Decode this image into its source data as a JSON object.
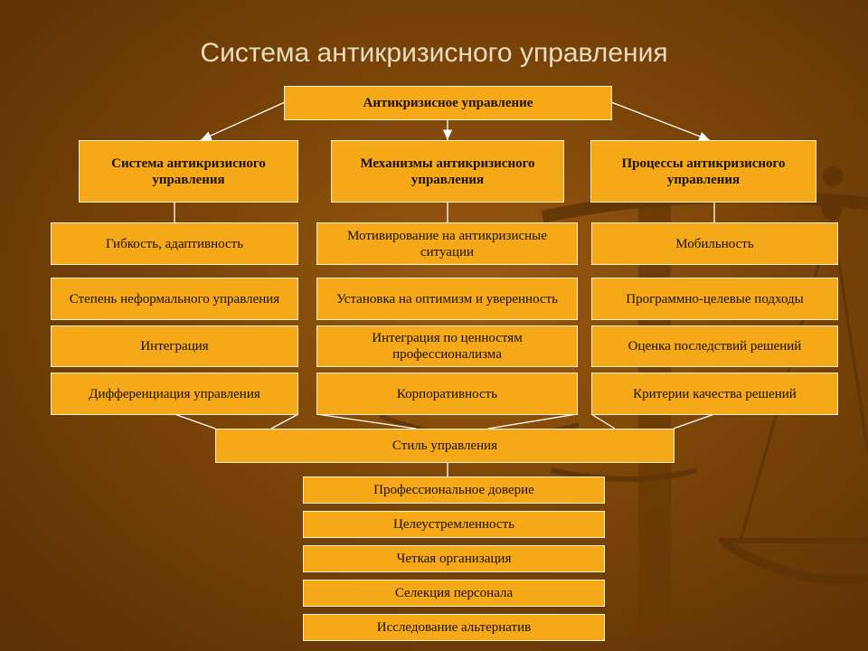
{
  "title": "Система антикризисного управления",
  "root": "Антикризисное управление",
  "columns": [
    {
      "header": "Система антикризисного управления",
      "items": [
        "Гибкость, адаптивность",
        "Степень неформального управления",
        "Интеграция",
        "Дифференциация управления"
      ]
    },
    {
      "header": "Механизмы антикризисного управления",
      "items": [
        "Мотивирование на антикризисные ситуации",
        "Установка на оптимизм и уверенность",
        "Интеграция по ценностям профессионализма",
        "Корпоративность"
      ]
    },
    {
      "header": "Процессы антикризисного управления",
      "items": [
        "Мобильность",
        "Программно-целевые подходы",
        "Оценка последствий решений",
        "Критерии качества решений"
      ]
    }
  ],
  "style_box": "Стиль управления",
  "style_items": [
    "Профессиональное доверие",
    "Целеустремленность",
    "Четкая организация",
    "Селекция персонала",
    "Исследование альтернатив"
  ],
  "colors": {
    "box_fill": "#f5a818",
    "box_border": "#fff2d0",
    "background": "#7a4408",
    "title_text": "#e8dcc0"
  }
}
